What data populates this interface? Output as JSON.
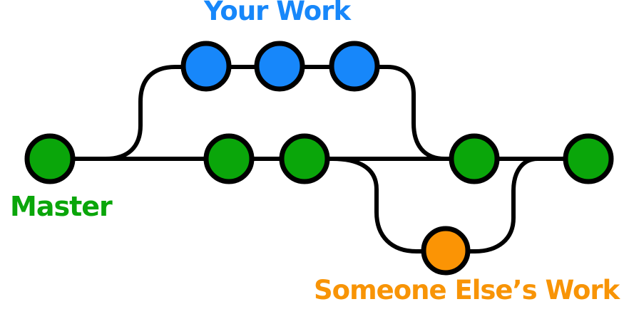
{
  "diagram": {
    "title": "Git branching diagram",
    "labels": {
      "master": "Master",
      "your_work": "Your Work",
      "someone_else": "Someone Else’s Work"
    },
    "colors": {
      "master_green": "#0aa60a",
      "your_work_blue": "#1787fa",
      "someone_orange": "#fb9405",
      "line_black": "#000000",
      "background": "#ffffff"
    },
    "branches": [
      {
        "name": "master",
        "label": "Master",
        "color": "#0aa60a",
        "commit_count": 5
      },
      {
        "name": "your-work",
        "label": "Your Work",
        "color": "#1787fa",
        "commit_count": 3,
        "forks_from": "master",
        "merges_into": "master"
      },
      {
        "name": "someone-elses-work",
        "label": "Someone Else’s Work",
        "color": "#fb9405",
        "commit_count": 1,
        "forks_from": "master",
        "merges_into": "master"
      }
    ]
  }
}
